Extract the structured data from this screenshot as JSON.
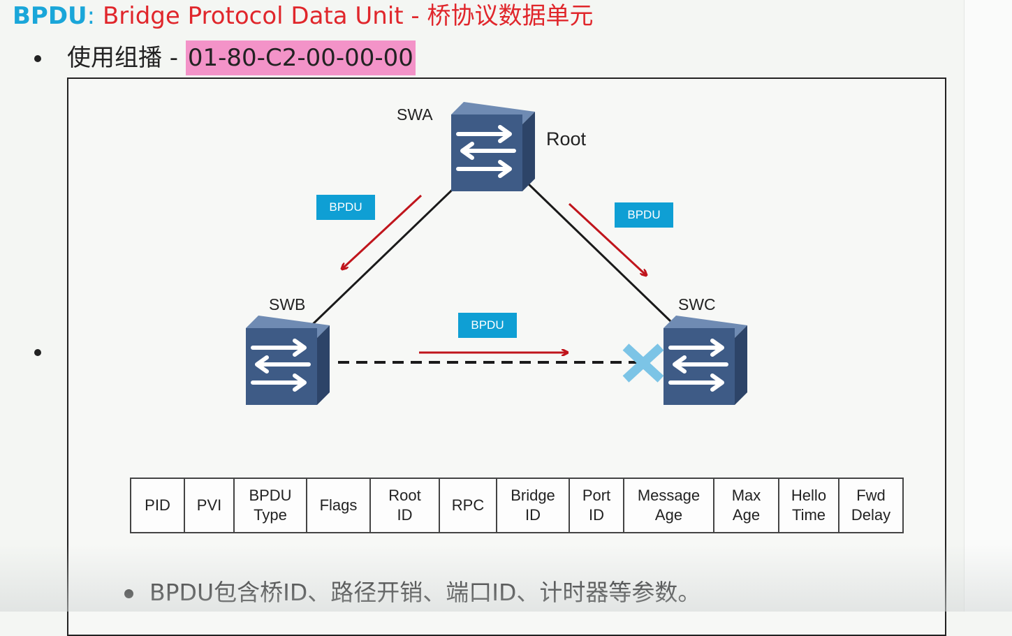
{
  "title": {
    "abbr": "BPDU",
    "colon": ":",
    "full": " Bridge Protocol Data Unit  - 桥协议数据单元"
  },
  "bullets": {
    "multicast_prefix": "使用组播 - ",
    "multicast_mac": "01-80-C2-00-00-00"
  },
  "diagram": {
    "devices": [
      {
        "id": "swa",
        "label": "SWA",
        "role": "Root"
      },
      {
        "id": "swb",
        "label": "SWB"
      },
      {
        "id": "swc",
        "label": "SWC"
      }
    ],
    "bpdu_tags": [
      "BPDU",
      "BPDU",
      "BPDU"
    ],
    "blocked_port_icon": "x-mark-icon",
    "switch_icon": "switch-icon",
    "colors": {
      "tag": "#0f9fd4",
      "arrow": "#c0151c",
      "blocked": "#7cc4e6",
      "switch_face": "#3e5b86"
    }
  },
  "bpdu_fields": [
    "PID",
    "PVI",
    "BPDU\nType",
    "Flags",
    "Root\nID",
    "RPC",
    "Bridge\nID",
    "Port\nID",
    "Message\nAge",
    "Max\nAge",
    "Hello\nTime",
    "Fwd\nDelay"
  ],
  "footer_bullet": "BPDU包含桥ID、路径开销、端口ID、计时器等参数。"
}
